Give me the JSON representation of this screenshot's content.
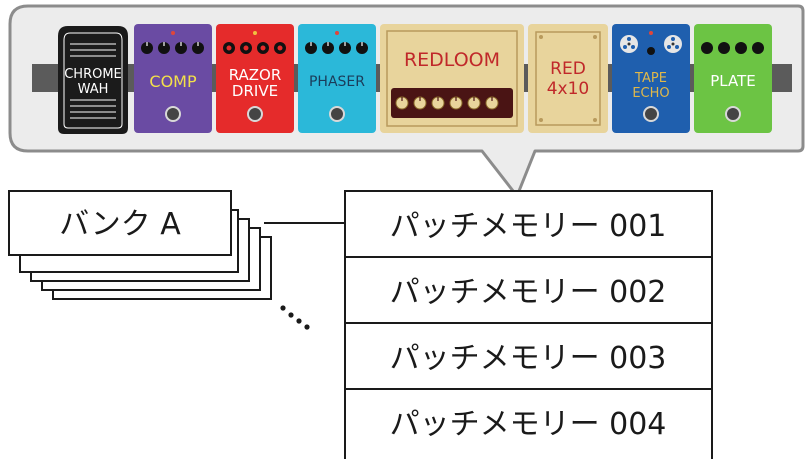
{
  "pedals": [
    {
      "id": "chrome-wah",
      "label_lines": [
        "CHROME",
        "WAH"
      ],
      "body_color": "#1b1b1b",
      "text_color": "#ffffff"
    },
    {
      "id": "comp",
      "label_lines": [
        "COMP"
      ],
      "body_color": "#6a4ba3",
      "text_color": "#f3e04a"
    },
    {
      "id": "razor-drive",
      "label_lines": [
        "RAZOR",
        "DRIVE"
      ],
      "body_color": "#e52b2b",
      "text_color": "#ffffff"
    },
    {
      "id": "phaser",
      "label_lines": [
        "PHASER"
      ],
      "body_color": "#2bb8d9",
      "text_color": "#1b3c5a"
    },
    {
      "id": "redloom",
      "label_lines": [
        "REDLOOM"
      ],
      "body_color": "#e8d49c",
      "text_color": "#c0282a"
    },
    {
      "id": "red-4x10",
      "label_lines": [
        "RED",
        "4x10"
      ],
      "body_color": "#e8d49c",
      "text_color": "#c0282a"
    },
    {
      "id": "tape-echo",
      "label_lines": [
        "TAPE",
        "ECHO"
      ],
      "body_color": "#1f5fae",
      "text_color": "#e0b84a"
    },
    {
      "id": "plate",
      "label_lines": [
        "PLATE"
      ],
      "body_color": "#6cc444",
      "text_color": "#ffffff"
    }
  ],
  "bank": {
    "label": "バンク A"
  },
  "patches": [
    {
      "label": "パッチメモリー 001"
    },
    {
      "label": "パッチメモリー 002"
    },
    {
      "label": "パッチメモリー 003"
    },
    {
      "label": "パッチメモリー 004"
    }
  ]
}
